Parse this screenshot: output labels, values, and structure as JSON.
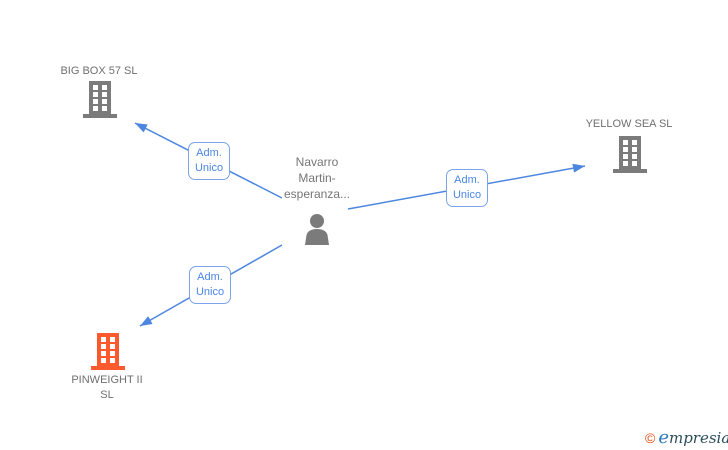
{
  "diagram": {
    "person": {
      "name": "Navarro Martin-esperanza...",
      "icon": "person-icon"
    },
    "companies": [
      {
        "id": "big-box",
        "name": "BIG BOX 57 SL",
        "icon": "building-icon",
        "color": "#7b7b7b"
      },
      {
        "id": "yellow-sea",
        "name": "YELLOW SEA SL",
        "icon": "building-icon",
        "color": "#7b7b7b"
      },
      {
        "id": "pinweight",
        "name": "PINWEIGHT II SL",
        "icon": "building-icon",
        "color": "#fa5a2e"
      }
    ],
    "edges": [
      {
        "from": "person",
        "to": "big-box",
        "label": "Adm. Unico"
      },
      {
        "from": "person",
        "to": "yellow-sea",
        "label": "Adm. Unico"
      },
      {
        "from": "person",
        "to": "pinweight",
        "label": "Adm. Unico"
      }
    ],
    "edge_color": "#4c86e0",
    "edge_label_border_color": "#7aa3ec",
    "edge_label_text_color": "#4a86e8"
  },
  "footer": {
    "copyright": "©",
    "brand_first_letter": "e",
    "brand_rest": "mpresia",
    "copyright_color": "#e8490f",
    "brand_first_color": "#2d7bbe",
    "brand_rest_color": "#2b4d5a"
  }
}
